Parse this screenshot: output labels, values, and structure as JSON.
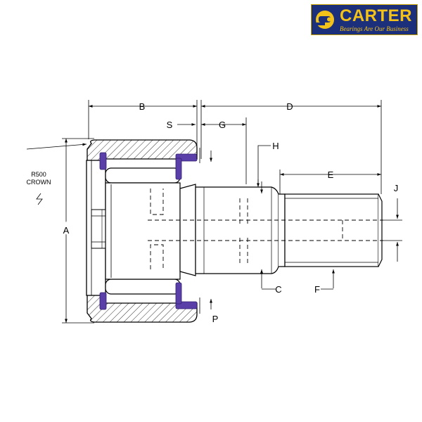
{
  "logo": {
    "name": "CARTER",
    "tagline": "Bearings Are Our Business",
    "colors": {
      "background": "#1c2f7a",
      "text": "#f2c21a"
    }
  },
  "drawing": {
    "dimension_labels": {
      "A": "A",
      "B": "B",
      "C": "C",
      "D": "D",
      "E": "E",
      "F": "F",
      "G": "G",
      "H": "H",
      "J": "J",
      "P": "P",
      "S": "S"
    },
    "crown_note": {
      "line1": "R500",
      "line2": "CROWN"
    },
    "seal_color": "#5b3fa8"
  }
}
